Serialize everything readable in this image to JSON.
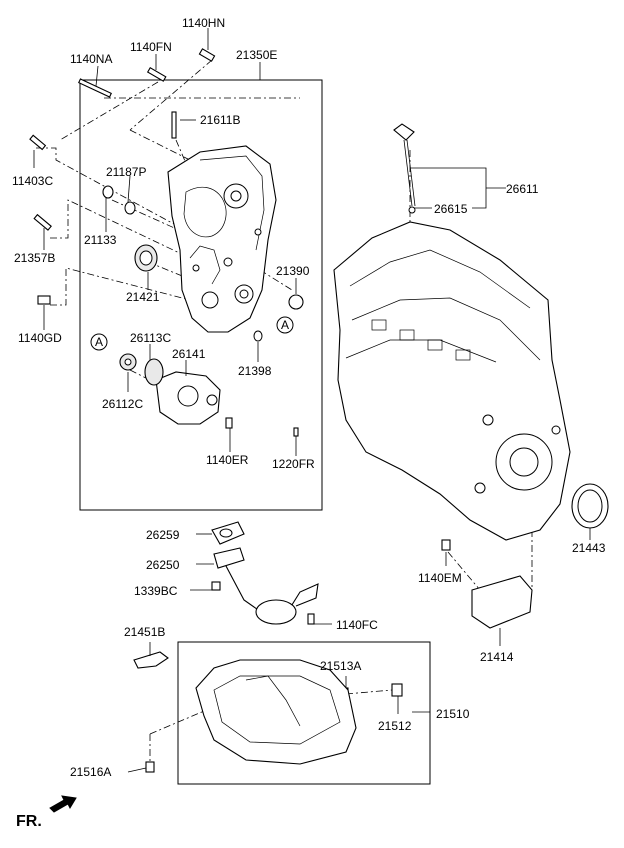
{
  "labels": {
    "p1140HN": "1140HN",
    "p1140FN": "1140FN",
    "p21350E": "21350E",
    "p1140NA": "1140NA",
    "p21611B": "21611B",
    "p11403C": "11403C",
    "p21187P": "21187P",
    "p21133": "21133",
    "p21357B": "21357B",
    "p21421": "21421",
    "p21390": "21390",
    "p1140GD": "1140GD",
    "p26113C": "26113C",
    "p26141": "26141",
    "p21398": "21398",
    "p26112C": "26112C",
    "p1140ER": "1140ER",
    "p1220FR": "1220FR",
    "p26611": "26611",
    "p26615": "26615",
    "p21443": "21443",
    "p26259": "26259",
    "p26250": "26250",
    "p1339BC": "1339BC",
    "p1140FC": "1140FC",
    "p1140EM": "1140EM",
    "p21414": "21414",
    "p21451B": "21451B",
    "p21513A": "21513A",
    "p21512": "21512",
    "p21510": "21510",
    "p21516A": "21516A"
  },
  "markers": {
    "ref_a": "A"
  },
  "orientation": {
    "label": "FR."
  }
}
